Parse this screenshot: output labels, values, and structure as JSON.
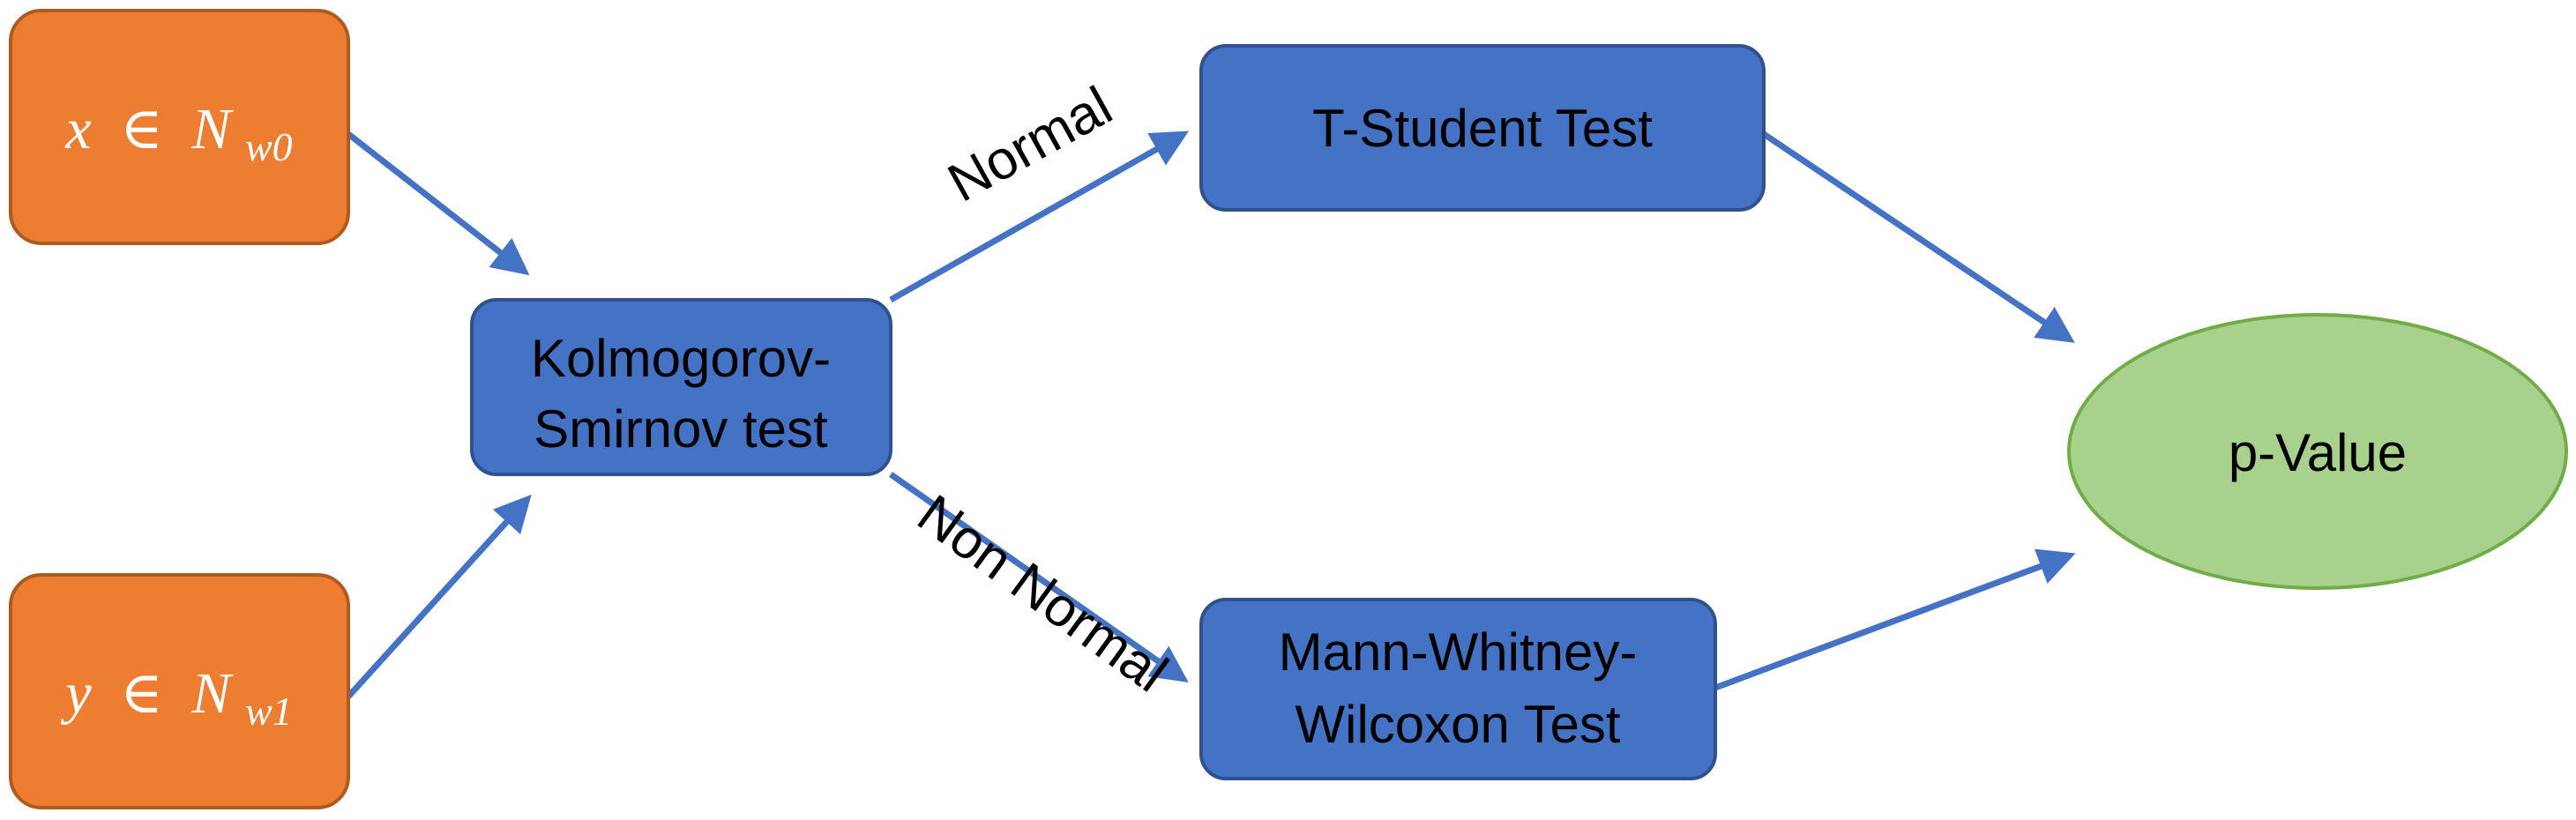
{
  "diagram": {
    "nodes": {
      "input_x": {
        "var": "x",
        "op": "∈",
        "set": "N",
        "sub": "w0"
      },
      "input_y": {
        "var": "y",
        "op": "∈",
        "set": "N",
        "sub": "w1"
      },
      "ks_test": {
        "line1": "Kolmogorov-",
        "line2": "Smirnov test"
      },
      "t_test": {
        "label": "T-Student Test"
      },
      "mw_test": {
        "line1": "Mann-Whitney-",
        "line2": "Wilcoxon Test"
      },
      "p_value": {
        "label": "p-Value"
      }
    },
    "edges": {
      "normal_label": "Normal",
      "non_normal_label": "Non Normal"
    },
    "colors": {
      "input_fill": "#ED7D31",
      "input_stroke": "#AE5A21",
      "process_fill": "#4472C4",
      "process_stroke": "#2F528F",
      "output_fill": "#A9D18E",
      "output_stroke": "#70AD47",
      "arrow": "#4472C4"
    }
  }
}
